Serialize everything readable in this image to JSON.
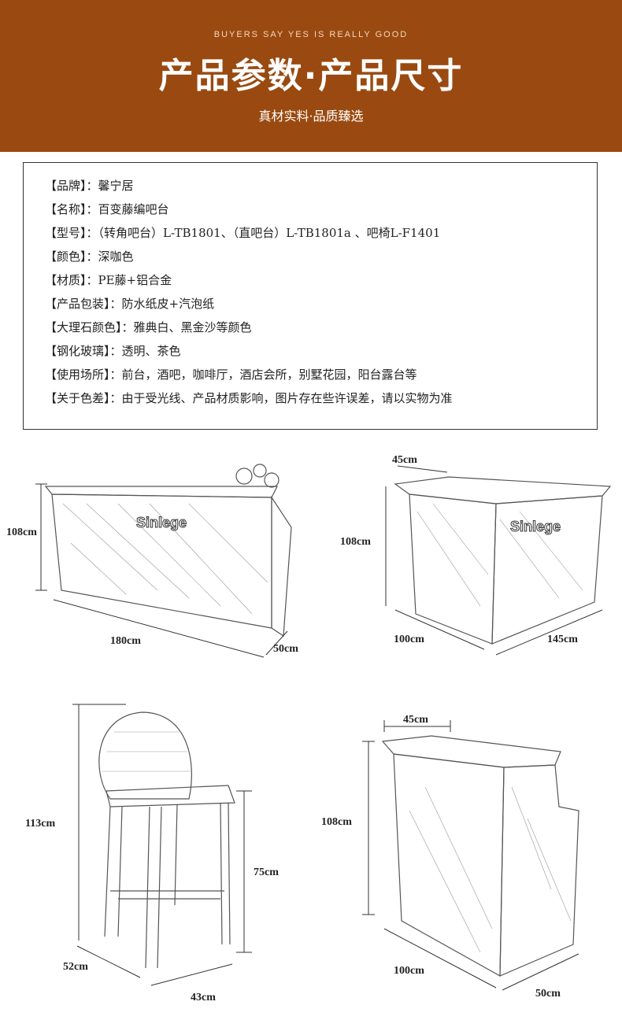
{
  "banner": {
    "subtitle": "BUYERS SAY YES IS REALLY GOOD",
    "title": "产品参数·产品尺寸",
    "tagline": "真材实料·品质臻选"
  },
  "specs": [
    {
      "label": "【品牌】：",
      "value": "馨宁居"
    },
    {
      "label": "【名称】：",
      "value": "百变藤编吧台"
    },
    {
      "label": "【型号】：",
      "value": "（转角吧台）L-TB1801、（直吧台）L-TB1801a 、吧椅L-F1401"
    },
    {
      "label": "【颜色】：",
      "value": "深咖色"
    },
    {
      "label": "【材质】：",
      "value": "PE藤+铝合金"
    },
    {
      "label": "【产品包装】：",
      "value": "防水纸皮+汽泡纸"
    },
    {
      "label": "【大理石颜色】：",
      "value": "雅典白、黑金沙等颜色"
    },
    {
      "label": "【钢化玻璃】：",
      "value": "透明、茶色"
    },
    {
      "label": "【使用场所】：",
      "value": "前台，酒吧，咖啡厅，酒店会所，别墅花园，阳台露台等"
    },
    {
      "label": "【关于色差】：",
      "value": "由于受光线、产品材质影响，图片存在些许误差，请以实物为准"
    }
  ],
  "brand_mark": "Sinlege",
  "figures": {
    "straight_bar": {
      "height": "108cm",
      "length": "180cm",
      "depth": "50cm"
    },
    "corner_bar": {
      "top": "45cm",
      "height": "108cm",
      "side_a": "100cm",
      "side_b": "145cm"
    },
    "chair": {
      "height": "113cm",
      "seat_height": "75cm",
      "depth": "52cm",
      "width": "43cm"
    },
    "side_bar": {
      "top": "45cm",
      "height": "108cm",
      "length": "100cm",
      "depth": "50cm"
    }
  }
}
